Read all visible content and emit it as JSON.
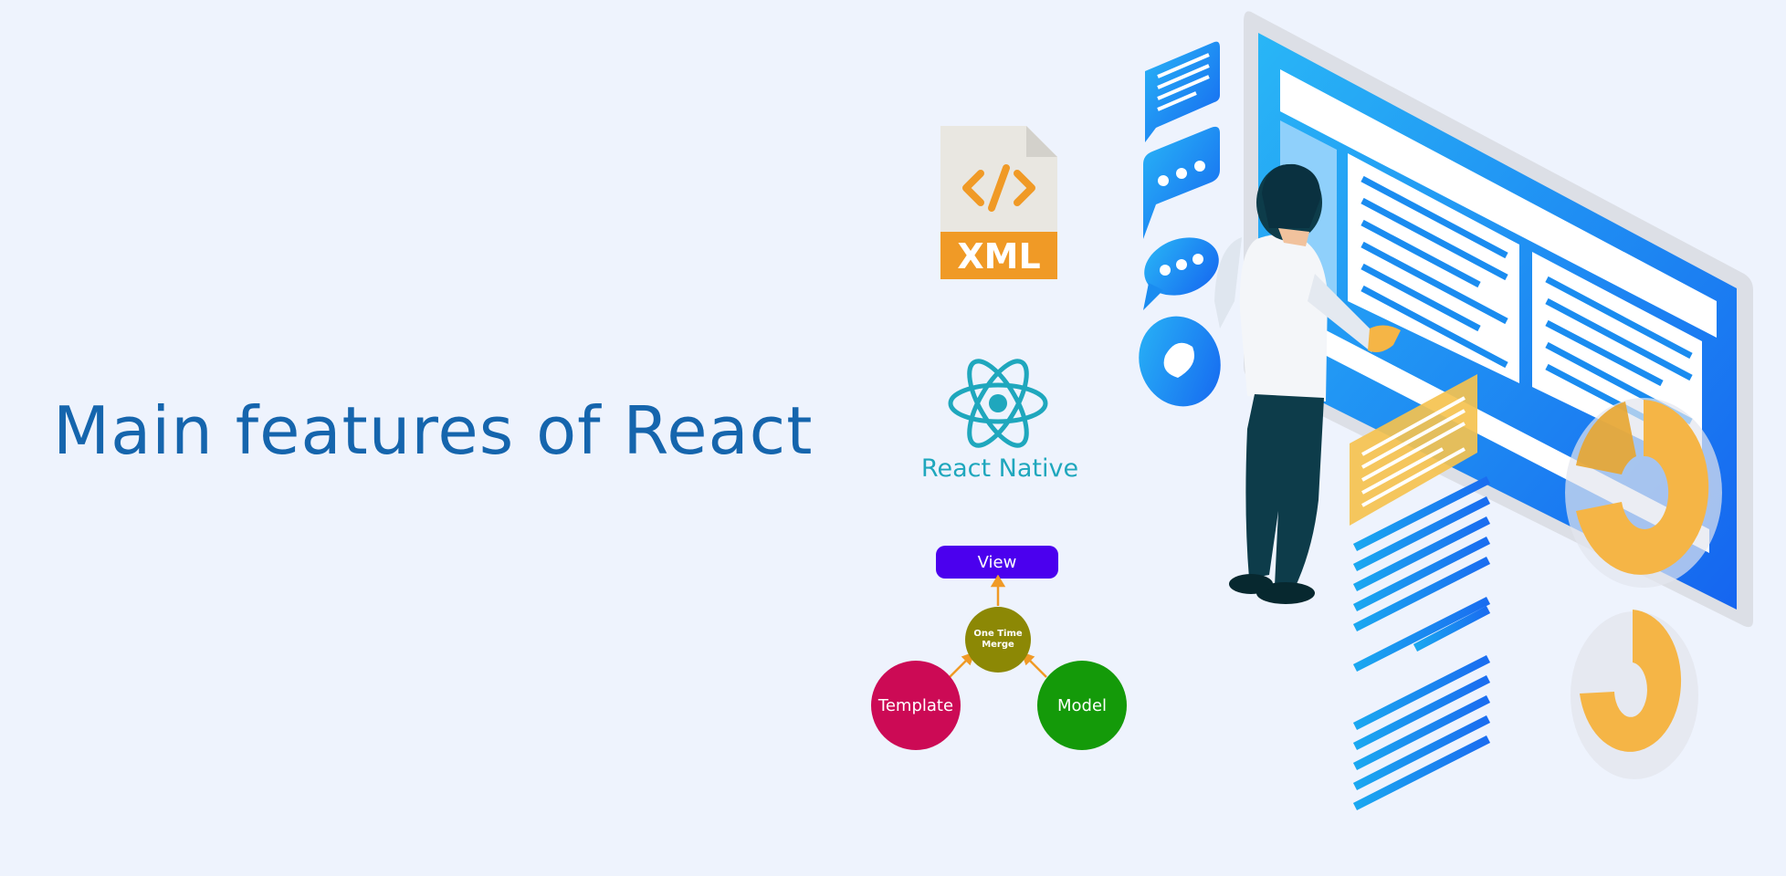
{
  "slide": {
    "title": "Main features of React"
  },
  "logos": {
    "xml": {
      "label": "XML",
      "tag": "</>",
      "icon": "xml-file-icon"
    },
    "react_native": {
      "label": "React Native",
      "icon": "react-atom-icon"
    }
  },
  "diagram": {
    "view": "View",
    "merge_line1": "One Time",
    "merge_line2": "Merge",
    "template": "Template",
    "model": "Model"
  },
  "colors": {
    "title": "#1565ad",
    "background": "#eef3fd",
    "xml_orange": "#f09a26",
    "react_cyan": "#1fa7bd",
    "view_purple": "#4b00ee",
    "merge_olive": "#8c8805",
    "template_magenta": "#cc0a55",
    "model_green": "#149a09",
    "illustration_blue": "#1a8cf0",
    "illustration_yellow": "#f5c24f"
  }
}
